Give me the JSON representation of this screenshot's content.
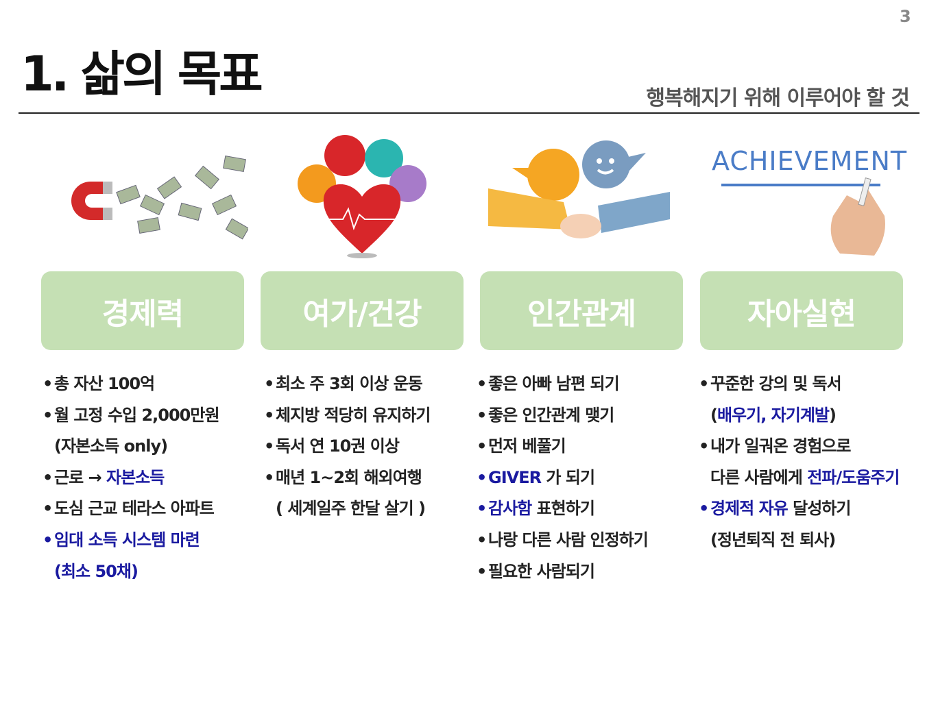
{
  "page_number": "3",
  "title": "1. 삶의 목표",
  "subtitle": "행복해지기 위해 이루어야 할 것",
  "achievement_text": "ACHIEVEMENT",
  "colors": {
    "box": "#c5e0b4",
    "blue": "#1a1aa0"
  },
  "columns": [
    {
      "label": "경제력",
      "icon": "money-magnet-image",
      "items": [
        {
          "bullet": "b",
          "segs": [
            {
              "t": "총 자산 100억"
            }
          ]
        },
        {
          "bullet": "b",
          "segs": [
            {
              "t": "월 고정 수입 2,000만원"
            }
          ]
        },
        {
          "bullet": "",
          "segs": [
            {
              "t": "(자본소득 only)"
            }
          ]
        },
        {
          "bullet": "b",
          "segs": [
            {
              "t": "근로 → "
            },
            {
              "t": "자본소득",
              "blue": true
            }
          ]
        },
        {
          "bullet": "b",
          "segs": [
            {
              "t": "도심 근교 테라스 아파트"
            }
          ]
        },
        {
          "bullet": "bb",
          "segs": [
            {
              "t": "임대 소득 시스템 마련",
              "blue": true
            }
          ]
        },
        {
          "bullet": "",
          "segs": [
            {
              "t": "(최소 50채)",
              "blue": true
            }
          ]
        }
      ]
    },
    {
      "label": "여가/건강",
      "icon": "health-heart-image",
      "items": [
        {
          "bullet": "b",
          "segs": [
            {
              "t": "최소 주 3회 이상 운동"
            }
          ]
        },
        {
          "bullet": "b",
          "segs": [
            {
              "t": "체지방 적당히 유지하기"
            }
          ]
        },
        {
          "bullet": "b",
          "segs": [
            {
              "t": "독서 연 10권 이상"
            }
          ]
        },
        {
          "bullet": "b",
          "segs": [
            {
              "t": "매년 1~2회 해외여행"
            }
          ]
        },
        {
          "bullet": "",
          "segs": [
            {
              "t": "( 세계일주 한달 살기 )"
            }
          ]
        }
      ]
    },
    {
      "label": "인간관계",
      "icon": "handshake-image",
      "items": [
        {
          "bullet": "b",
          "segs": [
            {
              "t": "좋은 아빠 남편 되기"
            }
          ]
        },
        {
          "bullet": "b",
          "segs": [
            {
              "t": "좋은 인간관계 맺기"
            }
          ]
        },
        {
          "bullet": "b",
          "segs": [
            {
              "t": "먼저 베풀기"
            }
          ]
        },
        {
          "bullet": "bb",
          "segs": [
            {
              "t": "GIVER",
              "blue": true
            },
            {
              "t": " 가 되기"
            }
          ]
        },
        {
          "bullet": "bb",
          "segs": [
            {
              "t": "감사함",
              "blue": true
            },
            {
              "t": " 표현하기"
            }
          ]
        },
        {
          "bullet": "b",
          "segs": [
            {
              "t": "나랑 다른 사람 인정하기"
            }
          ]
        },
        {
          "bullet": "b",
          "segs": [
            {
              "t": "필요한 사람되기"
            }
          ]
        }
      ]
    },
    {
      "label": "자아실현",
      "icon": "achievement-hand-image",
      "items": [
        {
          "bullet": "b",
          "segs": [
            {
              "t": "꾸준한 강의 및 독서"
            }
          ]
        },
        {
          "bullet": "",
          "segs": [
            {
              "t": "("
            },
            {
              "t": "배우기, 자기계발",
              "blue": true
            },
            {
              "t": ")"
            }
          ]
        },
        {
          "bullet": "b",
          "segs": [
            {
              "t": "내가 일궈온 경험으로"
            }
          ]
        },
        {
          "bullet": "",
          "segs": [
            {
              "t": "다른 사람에게 "
            },
            {
              "t": "전파/도움주기",
              "blue": true
            }
          ]
        },
        {
          "bullet": "bb",
          "segs": [
            {
              "t": "경제적 자유",
              "blue": true
            },
            {
              "t": " 달성하기"
            }
          ]
        },
        {
          "bullet": "",
          "segs": [
            {
              "t": "(정년퇴직 전 퇴사)"
            }
          ]
        }
      ]
    }
  ]
}
